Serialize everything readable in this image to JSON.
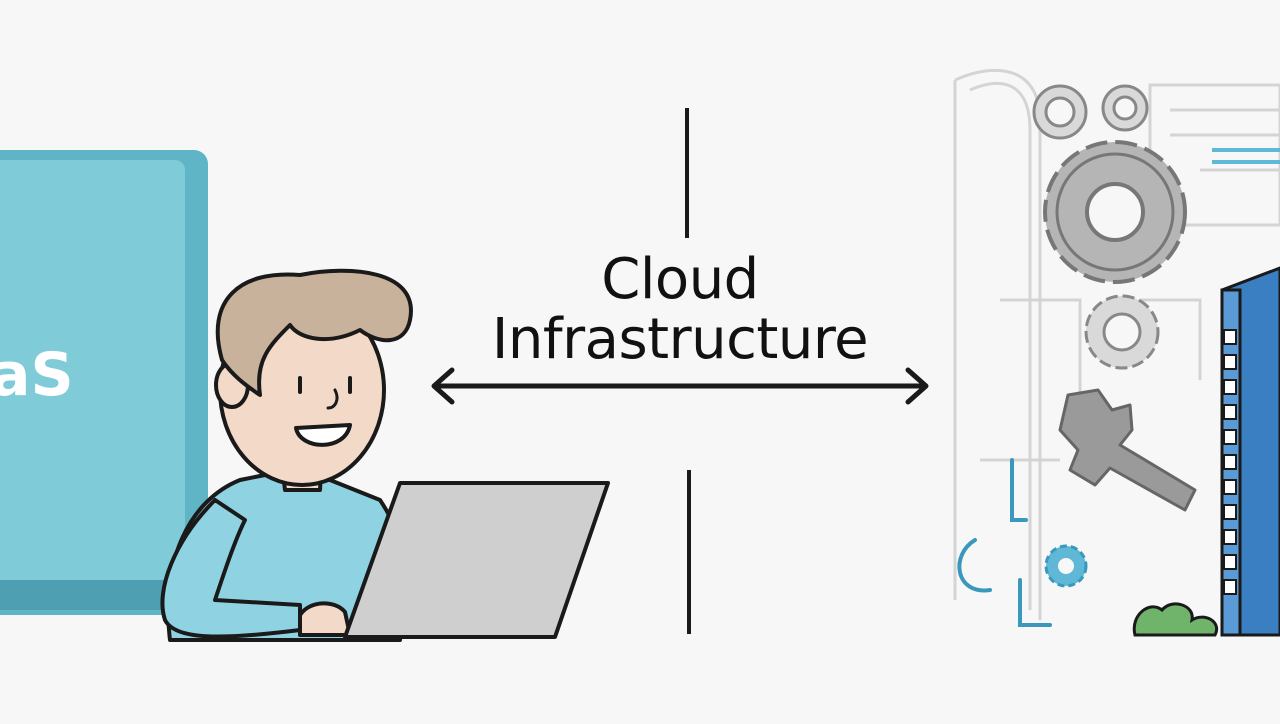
{
  "title": {
    "line1": "Cloud",
    "line2": "Infrastructure"
  },
  "left_panel": {
    "label": "aS",
    "color": "#7fcbd8"
  },
  "colors": {
    "background": "#f7f7f7",
    "shirt": "#8fd3e3",
    "hair": "#c9b29b",
    "skin": "#f3d9c8",
    "laptop": "#cfcfcf",
    "building": "#3a7fc1",
    "gear": "#b5b5b5",
    "plant": "#6fb46a"
  },
  "icons": [
    "gear-icon",
    "wrench-icon",
    "building-icon",
    "laptop-icon",
    "double-arrow-icon"
  ]
}
